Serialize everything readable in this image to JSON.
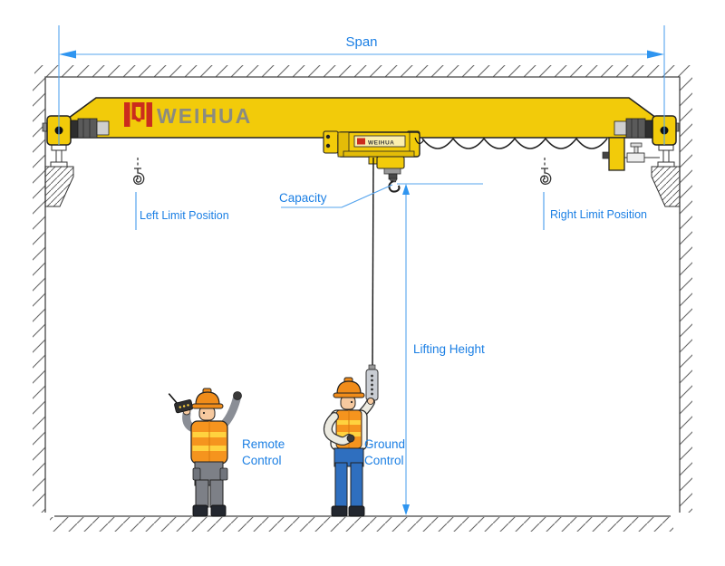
{
  "labels": {
    "span": "Span",
    "capacity": "Capacity",
    "lifting_height": "Lifting Height",
    "left_limit_position": "Left Limit Position",
    "right_limit_position": "Right Limit Position",
    "remote_control": {
      "line1": "Remote",
      "line2": "Control"
    },
    "ground_control": {
      "line1": "Ground",
      "line2": "Control"
    }
  },
  "brand": {
    "girder_logo_text": "WEIHUA",
    "hoist_logo_text": "WEIHUA"
  },
  "colors": {
    "crane_yellow": "#F2CB0A",
    "label_blue": "#1B7FE4",
    "dimension_blue": "#55A4EE",
    "arrow_blue": "#2F95F0",
    "logo_red": "#CB2C1D",
    "logo_gray": "#8B8B80",
    "vest_orange": "#F5941E",
    "stripe_yellow": "#FFD23F",
    "jeans_blue": "#2F6FBF",
    "outline_dark": "#222222"
  }
}
